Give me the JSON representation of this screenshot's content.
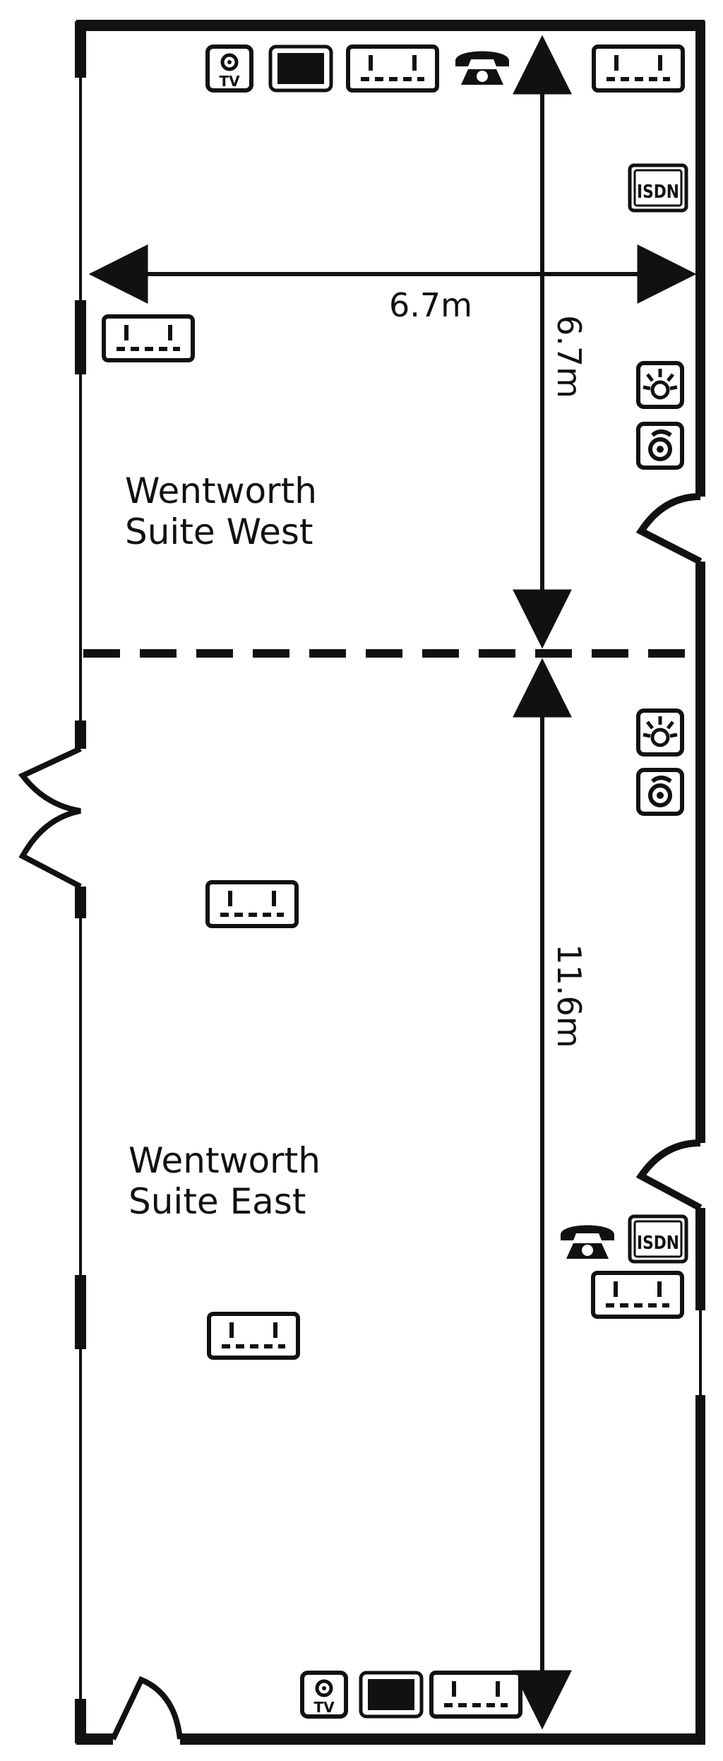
{
  "rooms": {
    "west": {
      "line1": "Wentworth",
      "line2": "Suite West"
    },
    "east": {
      "line1": "Wentworth",
      "line2": "Suite East"
    }
  },
  "dimensions": {
    "west_width": "6.7m",
    "west_depth": "6.7m",
    "east_depth": "11.6m"
  },
  "icons": {
    "isdn_label": "ISDN",
    "tv_label": "TV"
  },
  "colors": {
    "line": "#111111",
    "background": "#ffffff"
  }
}
